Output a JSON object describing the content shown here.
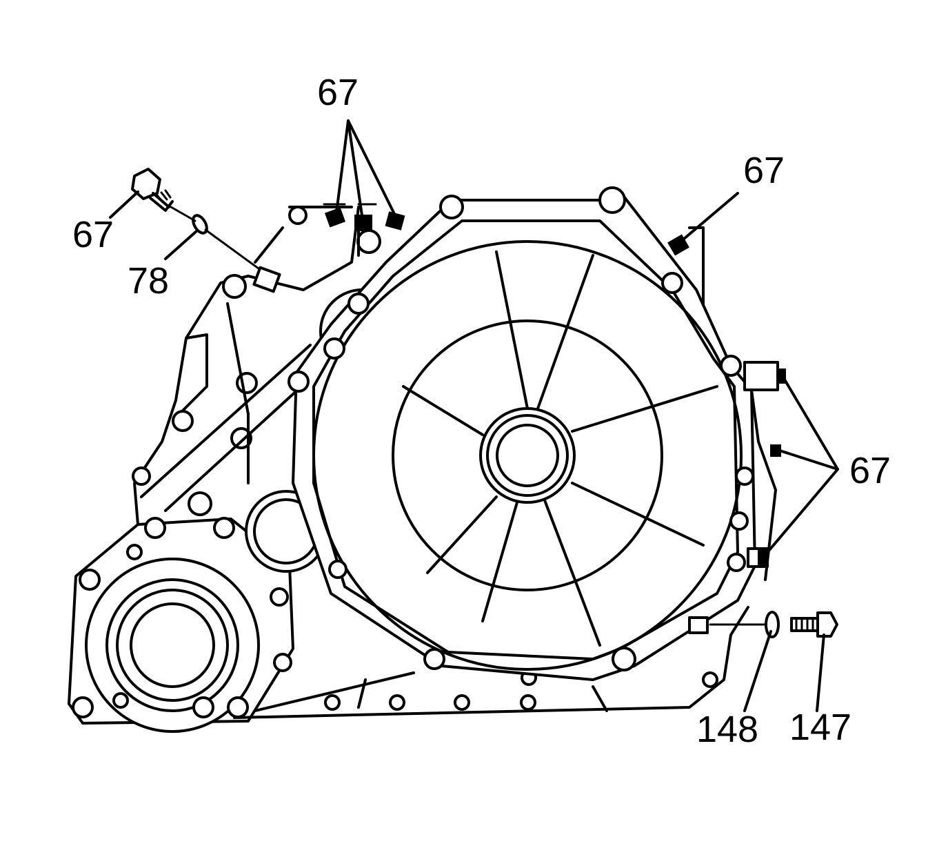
{
  "callouts": {
    "top_bolts": "67",
    "right_top_bolt": "67",
    "left_bolt": "67",
    "left_washer": "78",
    "right_side_bolts": "67",
    "bottom_washer": "148",
    "bottom_bolt": "147"
  },
  "colors": {
    "line": "#000000",
    "background": "#ffffff"
  }
}
